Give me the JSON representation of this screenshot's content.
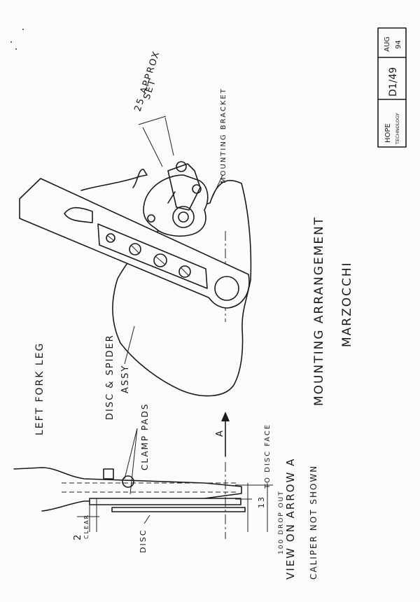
{
  "labels": {
    "left_fork_leg": "LEFT FORK LEG",
    "disc_spider": "DISC & SPIDER",
    "assy": "ASSY",
    "clamp_pads": "CLAMP PADS",
    "mounting_bracket": "MOUNTING BRACKET",
    "approx_25": "25 APPROX",
    "set": "SET",
    "arrow_a": "A",
    "view_on_arrow": "VIEW ON ARROW A",
    "caliper_not_shown": "CALIPER NOT SHOWN",
    "disc": "DISC",
    "clear_dim": "2",
    "clear": "CLEAR",
    "dim_13": "13",
    "to_disc_face": "TO DISC FACE",
    "drop_out": "100 DROP OUT"
  },
  "title": {
    "line1": "MOUNTING ARRANGEMENT",
    "line2": "MARZOCCHI"
  },
  "title_block": {
    "company1": "HOPE",
    "company2": "TECHNOLOGY",
    "drawing_no": "D1/49",
    "date1": "AUG",
    "date2": "94"
  }
}
